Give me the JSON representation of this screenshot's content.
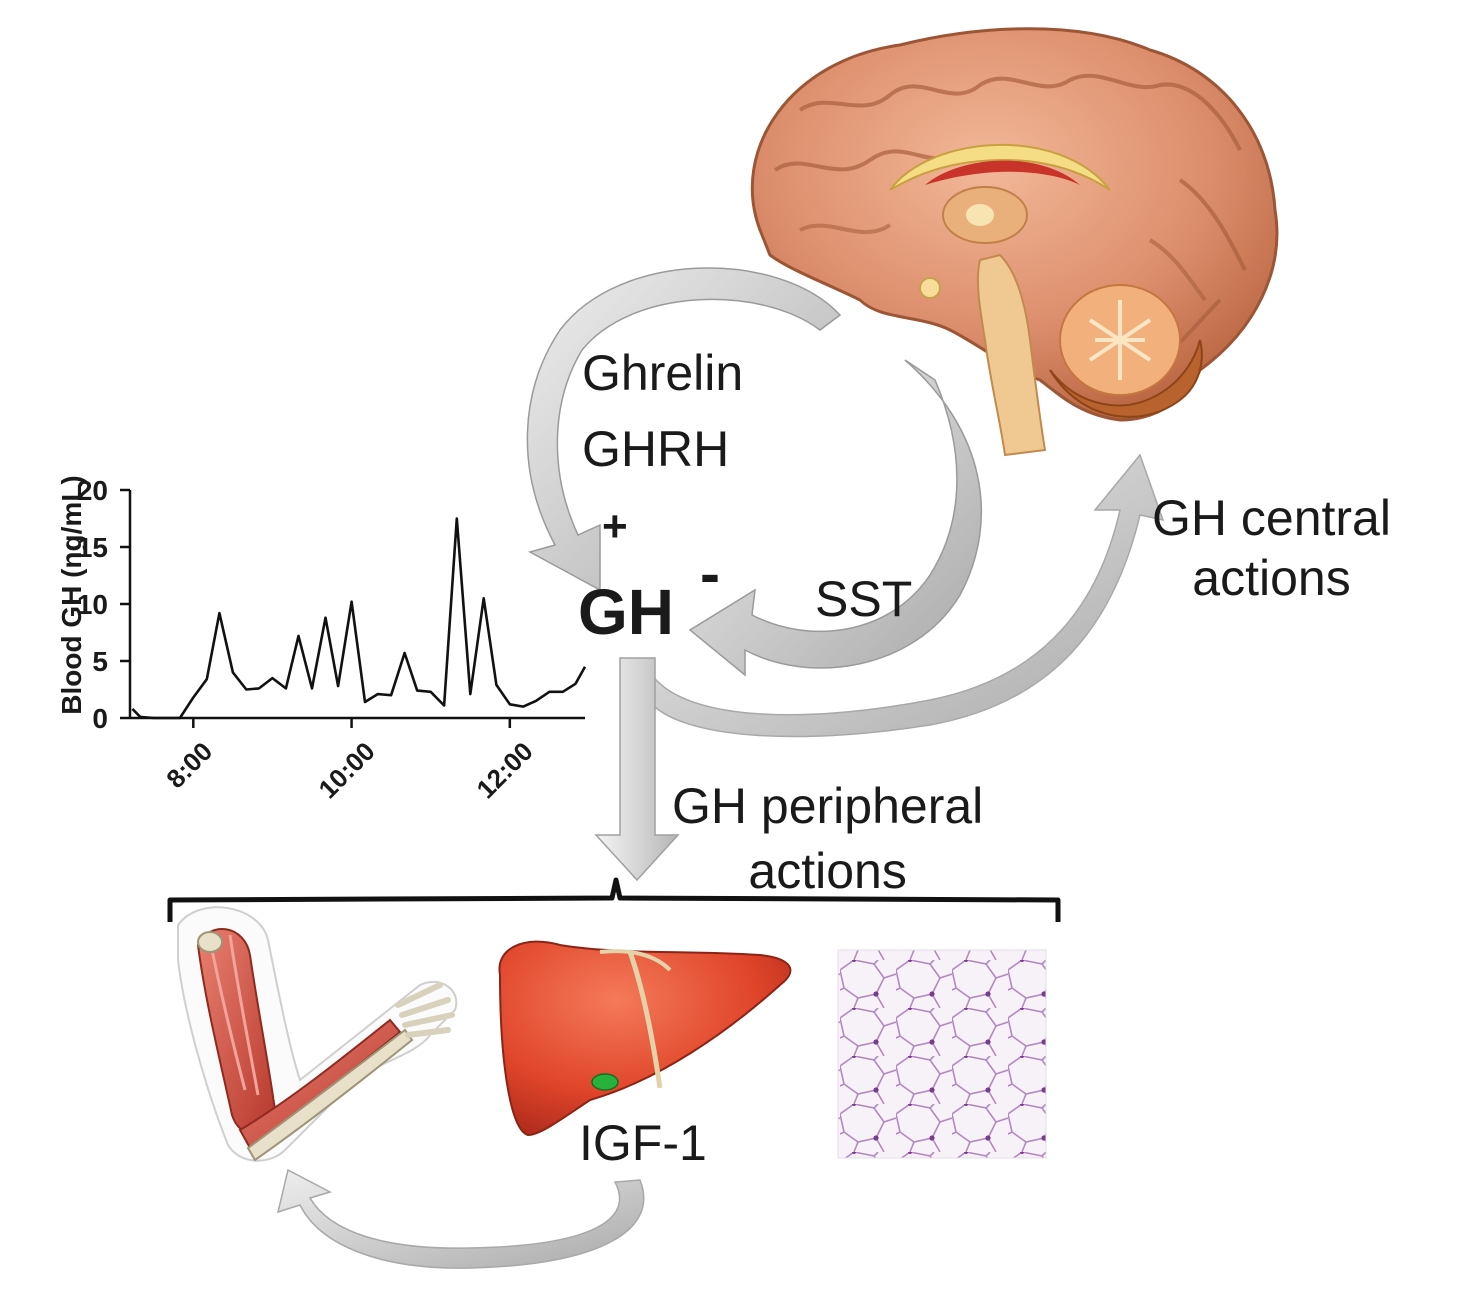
{
  "labels": {
    "ghrelin": "Ghrelin",
    "ghrh": "GHRH",
    "plus": "+",
    "minus": "-",
    "gh": "GH",
    "sst": "SST",
    "gh_central_line1": "GH central",
    "gh_central_line2": "actions",
    "gh_peripheral_line1": "GH peripheral",
    "gh_peripheral_line2": "actions",
    "igf1": "IGF-1"
  },
  "colors": {
    "arrow_gray": "#c8c8c8",
    "brain_pink": "#d98d6e",
    "liver_red": "#e0452a",
    "muscle_red": "#d4574a",
    "adipose_purple": "#8a4c9e"
  },
  "chart_data": {
    "type": "line",
    "ylabel": "Blood GH (ng/mL)",
    "xlabel": "",
    "ylim": [
      0,
      20
    ],
    "yticks": [
      0,
      5,
      10,
      15,
      20
    ],
    "x_tick_labels": [
      "8:00",
      "10:00",
      "12:00"
    ],
    "x_tick_hours": [
      8,
      10,
      12
    ],
    "xlim": [
      7.2,
      12.95
    ],
    "grid": false,
    "series": [
      {
        "x": [
          7.23,
          7.33,
          7.5,
          7.67,
          7.83,
          8.0,
          8.17,
          8.33,
          8.5,
          8.67,
          8.83,
          9.0,
          9.17,
          9.33,
          9.5,
          9.67,
          9.83,
          10.0,
          10.17,
          10.33,
          10.5,
          10.67,
          10.83,
          11.0,
          11.17,
          11.33,
          11.5,
          11.67,
          11.83,
          12.0,
          12.17,
          12.33,
          12.5,
          12.67,
          12.83,
          12.95
        ],
        "y": [
          0.8,
          0.1,
          0.0,
          0.0,
          0.0,
          1.8,
          3.4,
          9.2,
          4.0,
          2.5,
          2.6,
          3.5,
          2.6,
          7.2,
          2.6,
          8.8,
          2.8,
          10.2,
          1.4,
          2.1,
          2.0,
          5.7,
          2.4,
          2.3,
          1.1,
          17.5,
          2.1,
          10.5,
          2.9,
          1.2,
          1.0,
          1.5,
          2.3,
          2.3,
          3.0,
          4.5
        ]
      }
    ]
  }
}
